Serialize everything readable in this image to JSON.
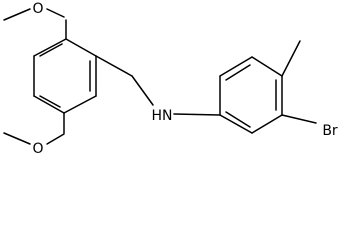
{
  "structure": {
    "atom_labels": {
      "methoxy_top": "O",
      "methoxy_bottom": "O",
      "amine": "HN",
      "bromine": "Br"
    }
  }
}
